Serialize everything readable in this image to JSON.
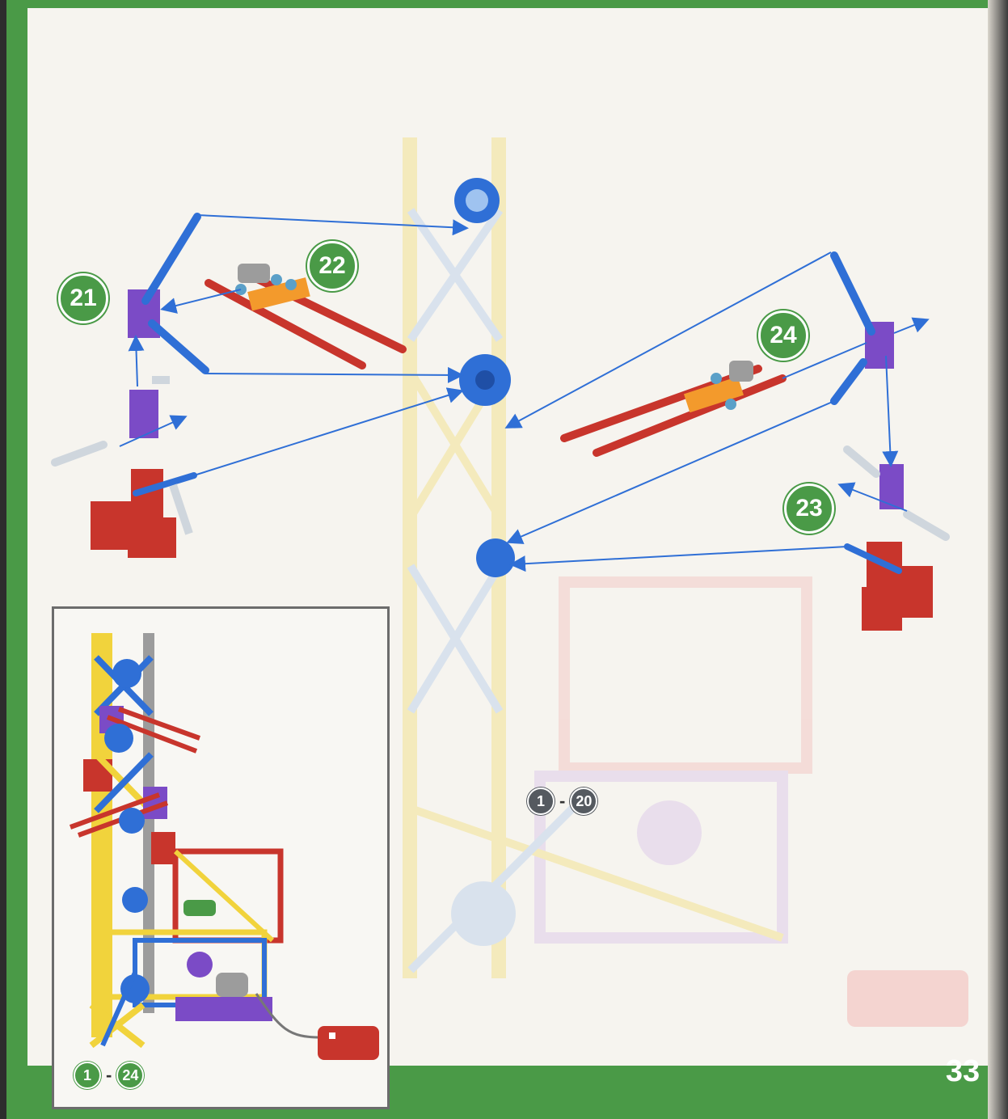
{
  "page": {
    "number": "33"
  },
  "steps": [
    {
      "id": "21",
      "label": "21"
    },
    {
      "id": "22",
      "label": "22"
    },
    {
      "id": "23",
      "label": "23"
    },
    {
      "id": "24",
      "label": "24"
    }
  ],
  "reference_main": {
    "from": "1",
    "to": "20",
    "dash": "-"
  },
  "reference_inset": {
    "from": "1",
    "to": "24",
    "dash": "-"
  },
  "colors": {
    "green": "#4a9a47",
    "blue": "#2f6fd6",
    "purple": "#7b4bc6",
    "red": "#c8352c",
    "orange": "#f39a2c",
    "yellow": "#f1d33c",
    "grey": "#9c9c9c"
  }
}
